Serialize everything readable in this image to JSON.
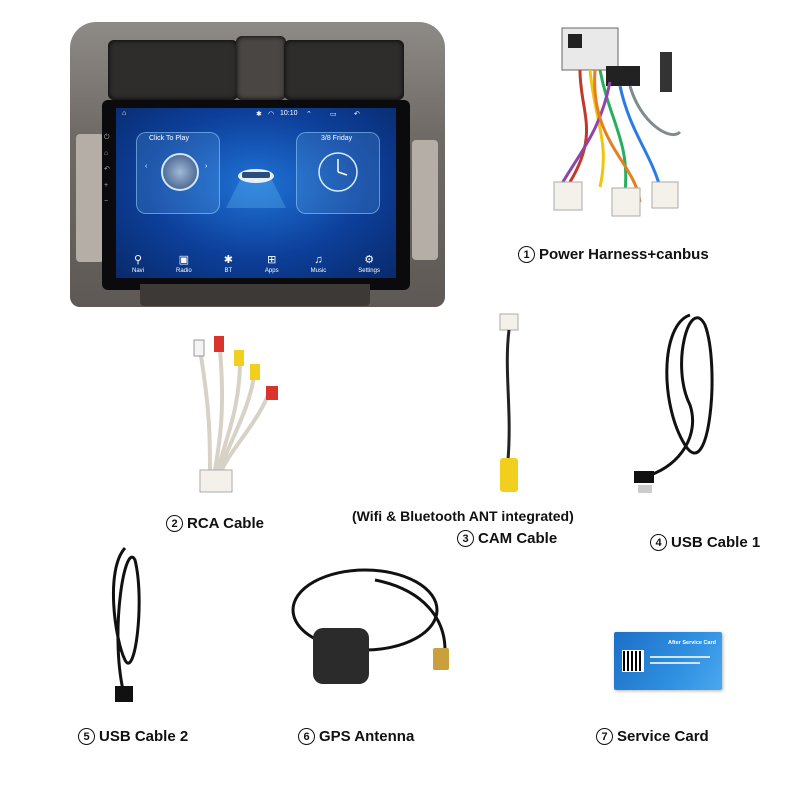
{
  "head_unit": {
    "status_time": "10:10",
    "click_to_play": "Click To Play",
    "date": "3/8 Friday",
    "dock": [
      {
        "label": "Navi",
        "icon": "location-pin-icon"
      },
      {
        "label": "Radio",
        "icon": "radio-icon"
      },
      {
        "label": "BT",
        "icon": "bluetooth-icon"
      },
      {
        "label": "Apps",
        "icon": "apps-icon"
      },
      {
        "label": "Music",
        "icon": "music-note-icon"
      },
      {
        "label": "Settings",
        "icon": "gear-icon"
      }
    ]
  },
  "captions": {
    "c1": {
      "num": "1",
      "text": "Power Harness+canbus"
    },
    "c2": {
      "num": "2",
      "text": "RCA Cable"
    },
    "c3_note": "(Wifi & Bluetooth ANT integrated)",
    "c3": {
      "num": "3",
      "text": "CAM Cable"
    },
    "c4": {
      "num": "4",
      "text": "USB Cable 1"
    },
    "c5": {
      "num": "5",
      "text": "USB Cable 2"
    },
    "c6": {
      "num": "6",
      "text": "GPS Antenna"
    },
    "c7": {
      "num": "7",
      "text": "Service Card"
    }
  },
  "service_card": {
    "title": "After Service Card"
  },
  "colors": {
    "screen_blue": "#1f73d6",
    "frame_gray": "#6f6a66",
    "card_blue": "#2f8fe0",
    "rca_red": "#d8342b",
    "rca_yellow": "#f2cf1c"
  }
}
